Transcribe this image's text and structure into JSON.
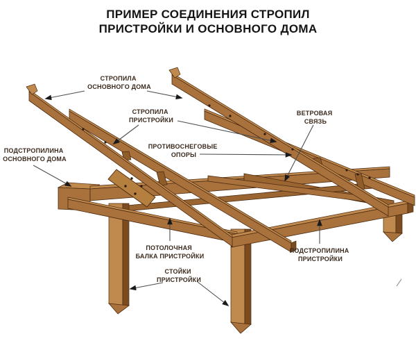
{
  "title": {
    "line1": "ПРИМЕР СОЕДИНЕНИЯ СТРОПИЛ",
    "line2": "ПРИСТРОЙКИ И ОСНОВНОГО ДОМА"
  },
  "labels": {
    "rafters_main": {
      "line1": "СТРОПИЛА",
      "line2": "ОСНОВНОГО ДОМА"
    },
    "rafters_ext": {
      "line1": "СТРОПИЛА",
      "line2": "ПРИСТРОЙКИ"
    },
    "snow_supports": {
      "line1": "ПРОТИВОСНЕГОВЫЕ",
      "line2": "ОПОРЫ"
    },
    "wind_brace": {
      "line1": "ВЕТРОВАЯ",
      "line2": "СВЯЗЬ"
    },
    "purlin_main": {
      "line1": "ПОДСТРОПИЛИНА",
      "line2": "ОСНОВНОГО ДОМА"
    },
    "ceiling_beam": {
      "line1": "ПОТОЛОЧНАЯ",
      "line2": "БАЛКА ПРИСТРОЙКИ"
    },
    "posts": {
      "line1": "СТОЙКИ",
      "line2": "ПРИСТРОЙКИ"
    },
    "purlin_ext": {
      "line1": "ПОДСТРОПИЛИНА",
      "line2": "ПРИСТРОЙКИ"
    }
  },
  "colors": {
    "background": "#ffffff",
    "wood_mid": "#a9713c",
    "wood_mid2": "#9a6531",
    "wood_light": "#c08a4e",
    "wood_dark": "#7c4c20",
    "gusset": "#b5803f",
    "outline": "#4a2a10",
    "bolt": "#2e1a0c",
    "leader": "#4d4d4d",
    "arrow": "#1a1a1a",
    "label_text": "#3b2a1d",
    "title_text": "#141414"
  }
}
